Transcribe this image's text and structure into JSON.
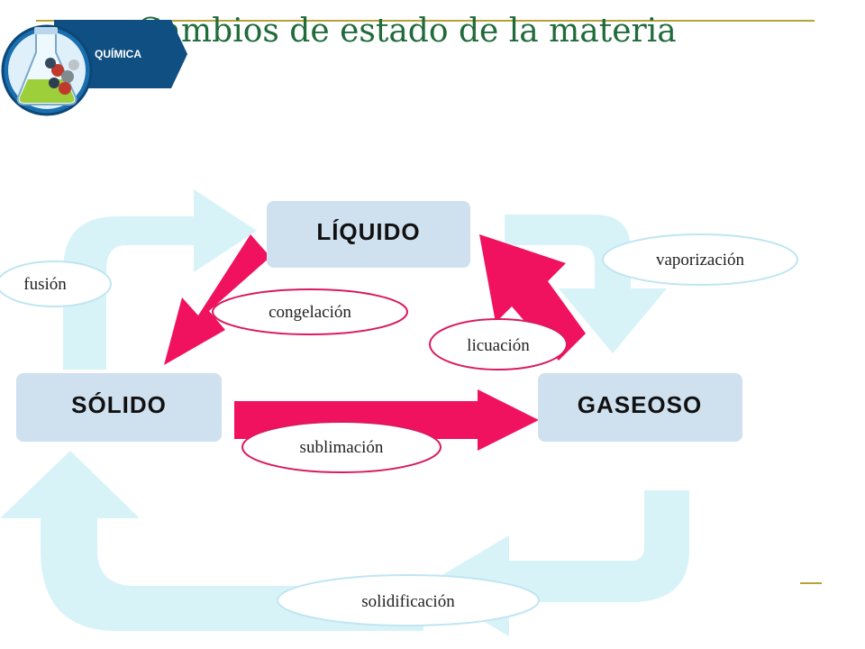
{
  "slide": {
    "title": "Cambios de estado de la materia",
    "badge": {
      "label": "QUÍMICA",
      "icon": "flask-with-molecules-icon"
    }
  },
  "diagram": {
    "states": [
      {
        "id": "liquido",
        "label": "LÍQUIDO"
      },
      {
        "id": "solido",
        "label": "SÓLIDO"
      },
      {
        "id": "gaseoso",
        "label": "GASEOSO"
      }
    ],
    "processes": [
      {
        "id": "fusion",
        "label": "fusión",
        "from": "SÓLIDO",
        "to": "LÍQUIDO"
      },
      {
        "id": "congelacion",
        "label": "congelación",
        "from": "LÍQUIDO",
        "to": "SÓLIDO"
      },
      {
        "id": "vaporizacion",
        "label": "vaporización",
        "from": "LÍQUIDO",
        "to": "GASEOSO"
      },
      {
        "id": "licuacion",
        "label": "licuación",
        "from": "GASEOSO",
        "to": "LÍQUIDO"
      },
      {
        "id": "sublimacion",
        "label": "sublimación",
        "from": "SÓLIDO",
        "to": "GASEOSO"
      },
      {
        "id": "solidificacion",
        "label": "solidificación",
        "from": "GASEOSO",
        "to": "SÓLIDO"
      }
    ]
  },
  "colors": {
    "title": "#1f6b3a",
    "accent_rule": "#b5a33a",
    "badge_bg": "#0f4f82",
    "arrow_magenta": "#f0125f",
    "arrow_cyan": "#d8f3f8",
    "state_box": "#cfe0ef",
    "ellipse_border_pink": "#d81b60",
    "ellipse_border_cyan": "#bfe6f1"
  }
}
